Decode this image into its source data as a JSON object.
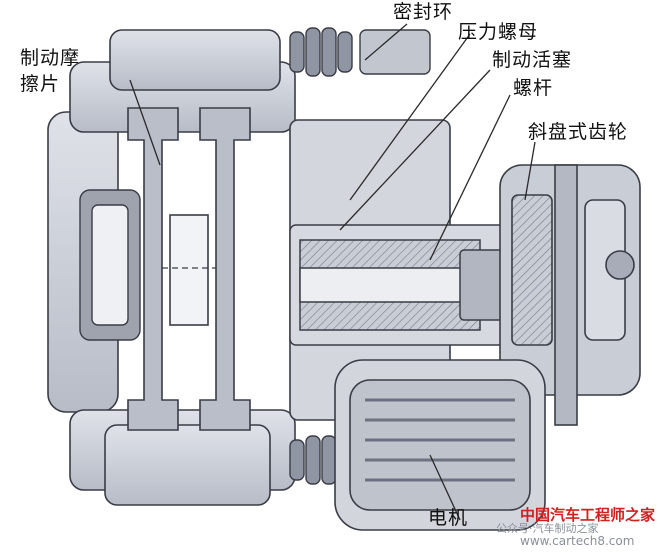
{
  "labels": {
    "seal_ring": "密封环",
    "pressure_nut": "压力螺母",
    "brake_pad_line1": "制动摩",
    "brake_pad_line2": "擦片",
    "brake_piston": "制动活塞",
    "screw_rod": "螺杆",
    "swashplate_gear": "斜盘式齿轮",
    "motor": "电机"
  },
  "watermark": {
    "brand": "中国汽车工程师之家",
    "site": "www.cartech8.com",
    "wechat": "公众号·汽车制动之家"
  },
  "colors": {
    "body_fill": "#c9cdd6",
    "body_dark": "#a7acb8",
    "body_light": "#e6e8ee",
    "outline": "#3a3d46",
    "leader": "#2a2a2a",
    "watermark_red": "#d21f1f"
  }
}
